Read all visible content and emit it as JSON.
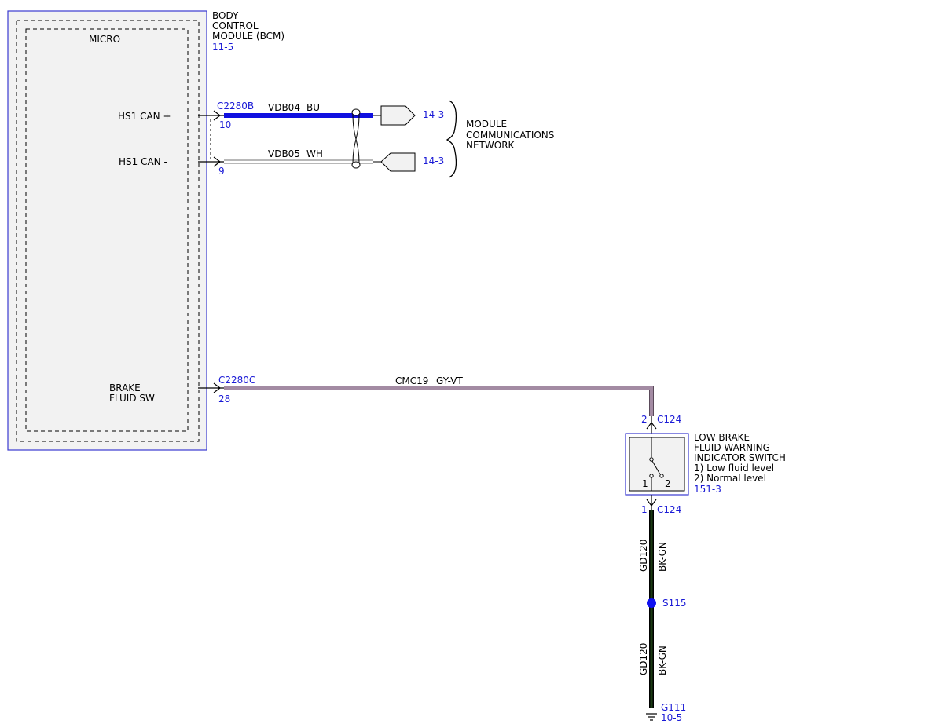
{
  "bcm": {
    "title_lines": [
      "BODY",
      "CONTROL",
      "MODULE (BCM)"
    ],
    "ref": "11-5",
    "micro_label": "MICRO",
    "can_plus_label": "HS1 CAN +",
    "can_minus_label": "HS1 CAN -",
    "brake_label_lines": [
      "BRAKE",
      "FLUID SW"
    ]
  },
  "connectors": {
    "c2280b": "C2280B",
    "c2280b_pin_plus": "10",
    "c2280b_pin_minus": "9",
    "c2280c": "C2280C",
    "c2280c_pin": "28"
  },
  "wires": {
    "vdb04_circuit": "VDB04",
    "vdb04_color": "BU",
    "vdb05_circuit": "VDB05",
    "vdb05_color": "WH",
    "cmc19_circuit": "CMC19",
    "cmc19_color": "GY-VT",
    "gd120_circuit": "GD120",
    "gd120_color": "BK-GN"
  },
  "network": {
    "ref_plus": "14-3",
    "ref_minus": "14-3",
    "label_lines": [
      "MODULE",
      "COMMUNICATIONS",
      "NETWORK"
    ]
  },
  "switch": {
    "top_pin": "2",
    "top_connector": "C124",
    "bottom_pin": "1",
    "bottom_connector": "C124",
    "inner_pin_1": "1",
    "inner_pin_2": "2",
    "label_lines": [
      "LOW BRAKE",
      "FLUID WARNING",
      "INDICATOR SWITCH",
      "1) Low fluid level",
      "2) Normal level"
    ],
    "ref": "151-3"
  },
  "splice": {
    "label": "S115"
  },
  "ground": {
    "label": "G111",
    "ref": "10-5"
  },
  "colors": {
    "outline_blue": "#3a3ad0",
    "wire_blue": "#1010e0",
    "wire_gyvt": "#a38ba3",
    "wire_bkgn": "#1a3a12",
    "splice_blue": "#1010f0",
    "module_fill": "#f2f2f2"
  }
}
